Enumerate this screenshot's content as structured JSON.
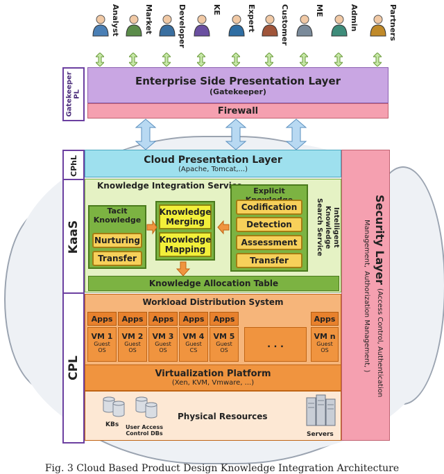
{
  "actors": [
    {
      "name": "Analyst"
    },
    {
      "name": "Market"
    },
    {
      "name": "Developer"
    },
    {
      "name": "KE"
    },
    {
      "name": "Expert"
    },
    {
      "name": "Customer"
    },
    {
      "name": "ME"
    },
    {
      "name": "Admin"
    },
    {
      "name": "Partners"
    }
  ],
  "layers": {
    "gatekeeper_pl": {
      "label_line1": "Gatekeeper",
      "label_line2": "PL"
    },
    "enterprise": {
      "title": "Enterprise Side Presentation Layer",
      "subtitle": "(Gatekeeper)"
    },
    "firewall": "Firewall",
    "cphl_label": "CPhL",
    "cloud_presentation": {
      "title": "Cloud Presentation Layer",
      "subtitle": "(Apache, Tomcat,...)"
    },
    "kaas_label": "KaaS",
    "cpl_label": "CPL",
    "security": {
      "title": "Security Layer",
      "subtitle_line1": "(Access Control, Authentication Management,",
      "subtitle_line2": "Authorization Management, )"
    }
  },
  "kis": {
    "title": "Knowledge Integration Service",
    "tacit": {
      "title_line1": "Tacit",
      "title_line2": "Knowledge",
      "items": [
        "Nurturing",
        "Transfer"
      ]
    },
    "merge": {
      "items": [
        {
          "l1": "Knowledge",
          "l2": "Merging"
        },
        {
          "l1": "Knowledge",
          "l2": "Mapping"
        }
      ]
    },
    "explicit": {
      "title": "Explicit Knowledge",
      "items": [
        "Codification",
        "Detection",
        "Assessment",
        "Transfer"
      ]
    },
    "search": {
      "line1": "Intelligent",
      "line2": "Knowledge",
      "line3": "Search Service"
    },
    "allocation": "Knowledge Allocation Table"
  },
  "cpl": {
    "workload": "Workload Distribution System",
    "apps_label": "Apps",
    "vms": [
      {
        "name": "VM 1",
        "guest": "Guest",
        "os": "OS"
      },
      {
        "name": "VM 2",
        "guest": "Guest",
        "os": "OS"
      },
      {
        "name": "VM 3",
        "guest": "Guest",
        "os": "OS"
      },
      {
        "name": "VM 4",
        "guest": "Guest",
        "os": "CS"
      },
      {
        "name": "VM 5",
        "guest": "Guest",
        "os": "OS"
      },
      {
        "name": "VM n",
        "guest": "Guest",
        "os": "OS"
      }
    ],
    "ellipsis": ". . .",
    "virtualization": {
      "title": "Virtualization Platform",
      "subtitle": "(Xen, KVM, Vmware, ...)"
    },
    "physical": {
      "title": "Physical Resources",
      "kbs": "KBs",
      "ua_line1": "User Access",
      "ua_line2": "Control DBs",
      "servers": "Servers"
    }
  },
  "caption": "Fig. 3 Cloud Based Product Design Knowledge Integration Architecture",
  "colors": {
    "enterprise": "#c9a6e3",
    "firewall": "#f5a0b0",
    "cloud_pres": "#9ee0ee",
    "kis_bg": "#e5f2c4",
    "green": "#7cb342",
    "orange": "#f0943f",
    "security": "#f5a0b0"
  }
}
